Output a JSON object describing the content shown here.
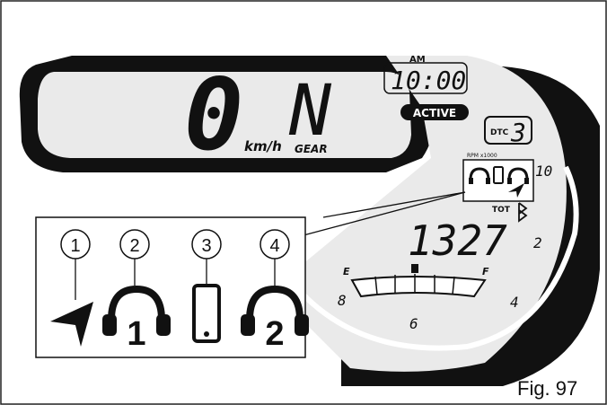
{
  "display": {
    "speed_value": "0",
    "speed_unit": "km/h",
    "gear_value": "N",
    "gear_label": "GEAR",
    "clock_meridiem": "AM",
    "clock_time": "10:00",
    "active_badge": "ACTIVE",
    "dtc_label": "DTC",
    "dtc_value": "3",
    "rpm_label": "RPM x1000",
    "odometer_label": "TOT",
    "odometer_value": "1327",
    "fuel_empty": "E",
    "fuel_full": "F",
    "tach_10": "10",
    "tach_2": "2",
    "tach_4": "4",
    "tach_6": "6",
    "tach_8": "8"
  },
  "callouts": [
    {
      "number": "1",
      "icon": "navigation-arrow-icon"
    },
    {
      "number": "2",
      "icon": "headset-1-icon"
    },
    {
      "number": "3",
      "icon": "smartphone-icon"
    },
    {
      "number": "4",
      "icon": "headset-2-icon"
    }
  ],
  "figure_label": "Fig. 97",
  "colors": {
    "lcd_background": "#eaeaea",
    "bezel": "#111111",
    "accent": "#000000"
  }
}
